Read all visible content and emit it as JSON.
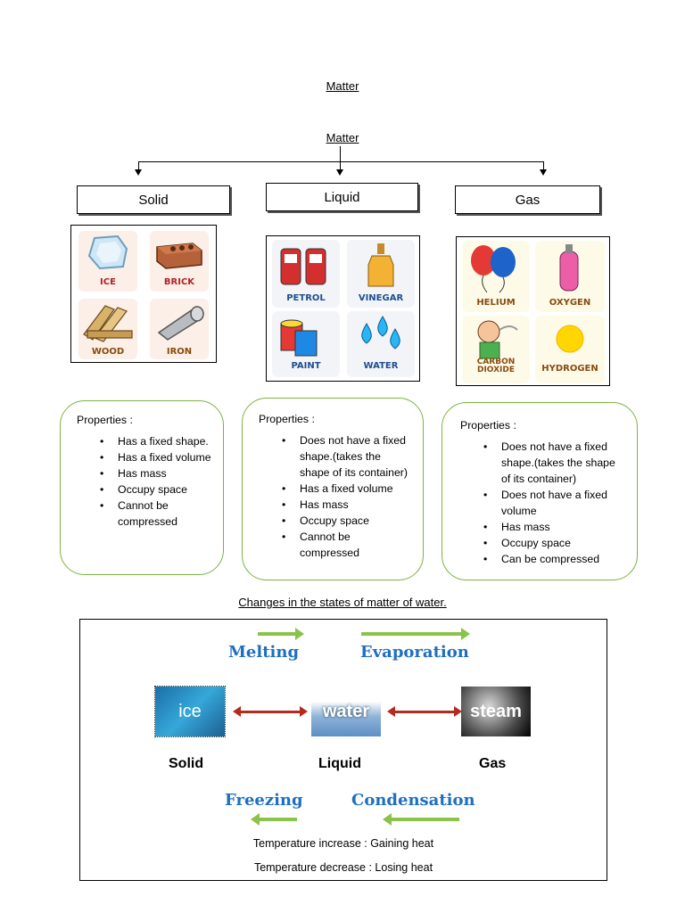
{
  "page_title": "Matter",
  "tree": {
    "root": "Matter",
    "states": [
      "Solid",
      "Liquid",
      "Gas"
    ]
  },
  "examples": {
    "solid": [
      "ICE",
      "BRICK",
      "WOOD",
      "IRON"
    ],
    "liquid": [
      "PETROL",
      "VINEGAR",
      "PAINT",
      "WATER"
    ],
    "gas": [
      "HELIUM",
      "OXYGEN",
      "CARBON DIOXIDE",
      "HYDROGEN"
    ]
  },
  "properties": {
    "heading": "Properties :",
    "solid": [
      "Has a fixed shape.",
      "Has a fixed volume",
      "Has mass",
      "Occupy space",
      "Cannot be compressed"
    ],
    "liquid": [
      "Does not have a fixed shape.(takes the shape of its container)",
      "Has a fixed volume",
      "Has mass",
      "Occupy space",
      "Cannot be compressed"
    ],
    "gas": [
      "Does not have a fixed shape.(takes the shape of its container)",
      "Does not have a fixed volume",
      "Has mass",
      "Occupy space",
      "Can be compressed"
    ]
  },
  "changes": {
    "title": "Changes in the states of matter of water.",
    "melting": "Melting",
    "evaporation": "Evaporation",
    "freezing": "Freezing",
    "condensation": "Condensation",
    "photo_ice": "ice",
    "photo_water": "water",
    "photo_steam": "steam",
    "state_solid": "Solid",
    "state_liquid": "Liquid",
    "state_gas": "Gas",
    "temp_increase": "Temperature increase : Gaining heat",
    "temp_decrease": "Temperature decrease : Losing heat"
  },
  "colors": {
    "process_blue": "#1e6fc1",
    "arrow_green": "#8bc34a",
    "arrow_red": "#b52a1c",
    "box_border_green": "#7cb342"
  }
}
